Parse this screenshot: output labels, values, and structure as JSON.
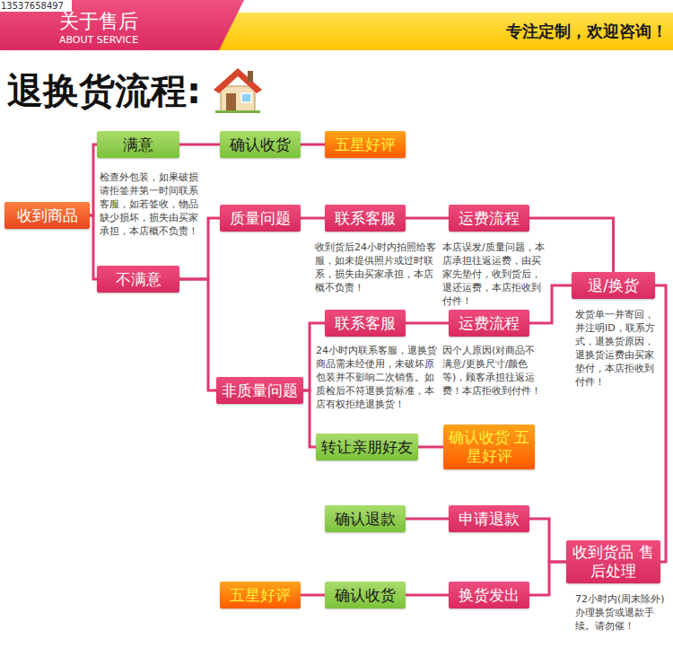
{
  "diagram": {
    "title": "退换货流程:",
    "nodes": [
      {
        "text": [
          "收到商品"
        ]
      },
      {
        "text": [
          "满意"
        ]
      },
      {
        "text": [
          "确认收货"
        ]
      },
      {
        "text": [
          "五星好评"
        ]
      },
      {
        "text": [
          "不满意"
        ]
      },
      {
        "text": [
          "质量问题"
        ]
      },
      {
        "text": [
          "联系客服"
        ]
      },
      {
        "text": [
          "运费流程"
        ]
      },
      {
        "text": [
          "退/换货"
        ]
      },
      {
        "text": [
          "联系客服"
        ]
      },
      {
        "text": [
          "运费流程"
        ]
      },
      {
        "text": [
          "非质量问题"
        ]
      },
      {
        "text": [
          "转让亲朋好友"
        ]
      },
      {
        "text": [
          "确认收货 五星好评"
        ]
      },
      {
        "text": [
          "确认退款"
        ]
      },
      {
        "text": [
          "申请退款"
        ]
      },
      {
        "text": [
          "收到货品 售后处理"
        ]
      },
      {
        "text": [
          "五星好评"
        ]
      },
      {
        "text": [
          "确认收货"
        ]
      },
      {
        "text": [
          "换货发出"
        ]
      }
    ],
    "edges": [
      {
        "from": 0,
        "to": 1,
        "arrow": "none"
      },
      {
        "from": 0,
        "to": 4,
        "arrow": "none"
      },
      {
        "from": 1,
        "to": 2,
        "arrow": "none"
      },
      {
        "from": 2,
        "to": 3,
        "arrow": "none"
      },
      {
        "from": 4,
        "to": 5,
        "arrow": "none"
      },
      {
        "from": 4,
        "to": 11,
        "arrow": "none"
      },
      {
        "from": 5,
        "to": 6,
        "arrow": "none"
      },
      {
        "from": 6,
        "to": 7,
        "arrow": "none"
      },
      {
        "from": 7,
        "to": 8,
        "arrow": "none"
      },
      {
        "from": 11,
        "to": 9,
        "arrow": "none"
      },
      {
        "from": 11,
        "to": 12,
        "arrow": "none"
      },
      {
        "from": 9,
        "to": 10,
        "arrow": "none"
      },
      {
        "from": 10,
        "to": 8,
        "arrow": "none"
      },
      {
        "from": 12,
        "to": 13,
        "arrow": "none"
      },
      {
        "from": 8,
        "to": 16,
        "arrow": "none"
      },
      {
        "from": 16,
        "to": 15,
        "arrow": "none"
      },
      {
        "from": 16,
        "to": 19,
        "arrow": "none"
      },
      {
        "from": 15,
        "to": 14,
        "arrow": "none"
      },
      {
        "from": 19,
        "to": 18,
        "arrow": "none"
      },
      {
        "from": 18,
        "to": 17,
        "arrow": "none"
      }
    ],
    "labels": [
      "13537658497",
      "关于售后",
      "ABOUT SERVICE",
      "专注定制，欢迎咨询！",
      "检查外包装，如果破损请拒签并第一时间联系客服，如若签收，物品缺少损坏，损失由买家承担，本店概不负责！",
      "收到货后24小时内拍照给客服，如未提供照片或过时联系，损失由买家承担，本店概不负责！",
      "本店误发/质量问题，本店承担往返运费，由买家先垫付，收到货后，退还运费，本店拒收到付件！",
      "发货单一并寄回，并注明ID，联系方式，退换货原因，退换货运费由买家垫付，本店拒收到付件！",
      "24小时内联系客服，退换货商品需未经使用，未破坏原包装并不影响二次销售。如质检后不符退换货标准，本店有权拒绝退换货！",
      "因个人原因(对商品不满意/更换尺寸/颜色等)，顾客承担往返运费！本店拒收到付件！",
      "72小时内(周末除外)办理换货或退款手续。请勿催！"
    ]
  }
}
